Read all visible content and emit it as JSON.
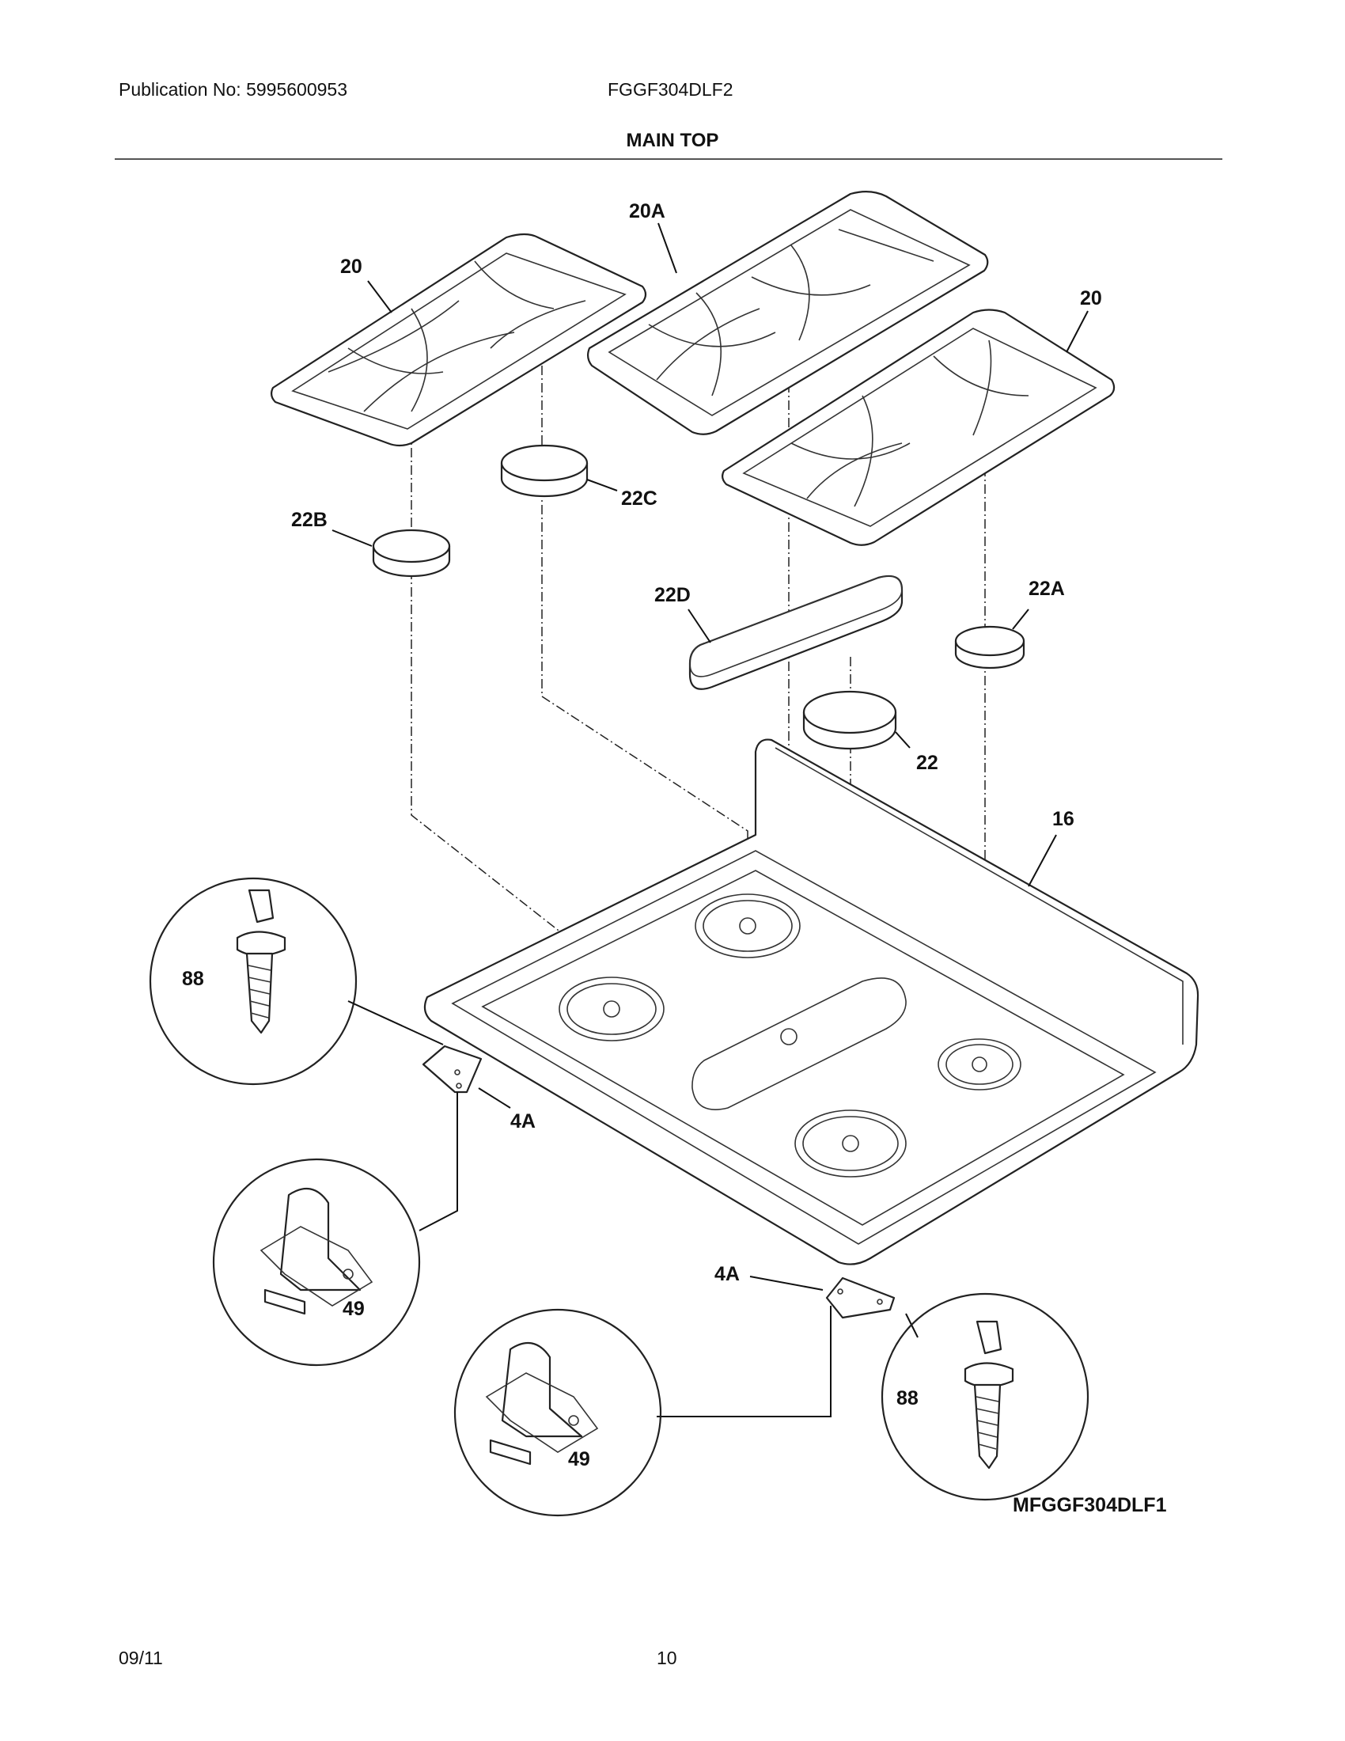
{
  "header": {
    "publication": "Publication No: 5995600953",
    "model": "FGGF304DLF2",
    "title": "MAIN TOP"
  },
  "callouts": {
    "grate_left": "20",
    "grate_center": "20A",
    "grate_right": "20",
    "cap_22b": "22B",
    "cap_22c": "22C",
    "cap_22d": "22D",
    "cap_22a": "22A",
    "cap_22": "22",
    "main_top": "16",
    "bolt_left": "88",
    "bracket_left": "4A",
    "clip_left": "49",
    "bracket_right": "4A",
    "clip_right": "49",
    "bolt_right": "88"
  },
  "diagram_id": "MFGGF304DLF1",
  "footer": {
    "date": "09/11",
    "page": "10"
  }
}
